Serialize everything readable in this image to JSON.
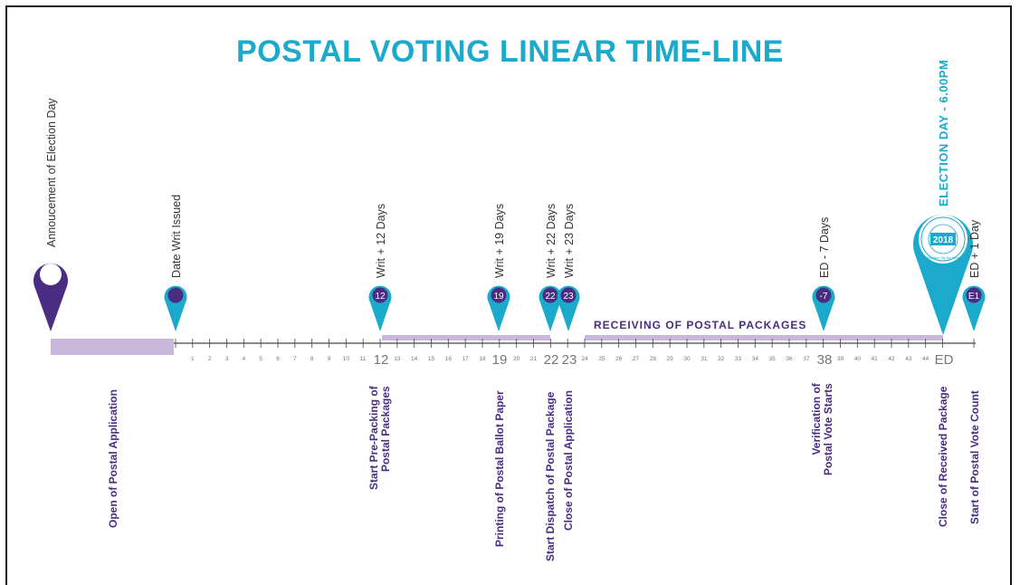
{
  "title": "POSTAL VOTING LINEAR TIME-LINE",
  "receiving_label": "RECEIVING OF POSTAL PACKAGES",
  "top_labels": {
    "announcement": "Annoucement of Election Day",
    "writ_issued": "Date Writ Issued",
    "writ12": "Writ + 12 Days",
    "writ19": "Writ + 19 Days",
    "writ22": "Writ + 22 Days",
    "writ23": "Writ + 23 Days",
    "ed7": "ED - 7 Days",
    "election_day": "ELECTION DAY - 6.00PM",
    "ed1": "ED + 1 Day"
  },
  "pin_labels": {
    "p12": "12",
    "p19": "19",
    "p22": "22",
    "p23": "23",
    "ped7": "-7",
    "ped1": "E1"
  },
  "badge": {
    "year": "2018",
    "ring_text": "By Strokes, By By Strokes"
  },
  "bottom_labels": {
    "open_app": "Open of Postal Application",
    "prepack_1": "Start Pre-Packing of",
    "prepack_2": "Postal Packages",
    "printing": "Printing of Postal Ballot Paper",
    "dispatch": "Start Dispatch of Postal Package",
    "close_app": "Close of Postal Application",
    "verify_1": "Verification of",
    "verify_2": "Postal Vote Starts",
    "close_recv": "Close of Received Package",
    "count": "Start of Postal Vote Count"
  },
  "big_numbers": {
    "n12": "12",
    "n19": "19",
    "n22": "22",
    "n23": "23",
    "n38": "38",
    "ned": "ED"
  },
  "small_ticks": [
    "1",
    "2",
    "3",
    "4",
    "5",
    "6",
    "7",
    "8",
    "9",
    "10",
    "11",
    "13",
    "14",
    "15",
    "16",
    "17",
    "18",
    "20",
    "21",
    "24",
    "25",
    "26",
    "27",
    "28",
    "29",
    "30",
    "31",
    "32",
    "33",
    "34",
    "35",
    "36",
    "37",
    "39",
    "40",
    "41",
    "42",
    "43",
    "44"
  ],
  "colors": {
    "accent": "#1ba9cc",
    "purple": "#4a2c82",
    "lavender": "#c9b8dc"
  }
}
